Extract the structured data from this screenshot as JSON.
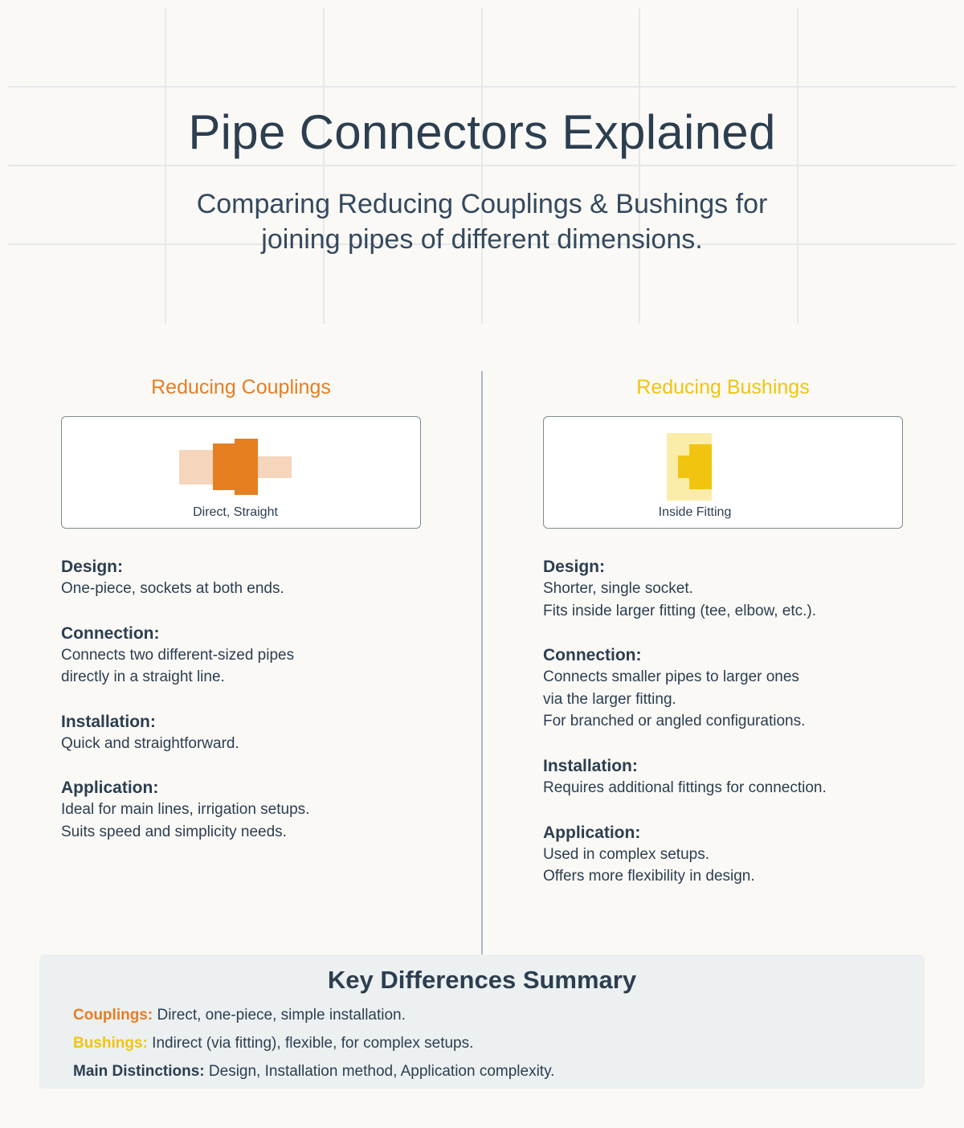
{
  "header": {
    "title": "Pipe Connectors Explained",
    "subtitle_line1": "Comparing Reducing Couplings & Bushings for",
    "subtitle_line2": "joining pipes of different dimensions."
  },
  "colors": {
    "coupling": "#e67e22",
    "coupling_light": "#f5d5bc",
    "bushing": "#f1c40f",
    "bushing_light": "#fcecaa",
    "text": "#2c3e50"
  },
  "couplings": {
    "heading": "Reducing Couplings",
    "caption": "Direct, Straight",
    "design_title": "Design:",
    "design_1": "One-piece, sockets at both ends.",
    "connection_title": "Connection:",
    "connection_1": "Connects two different-sized pipes",
    "connection_2": "directly in a straight line.",
    "installation_title": "Installation:",
    "installation_1": "Quick and straightforward.",
    "application_title": "Application:",
    "application_1": "Ideal for main lines, irrigation setups.",
    "application_2": "Suits speed and simplicity needs."
  },
  "bushings": {
    "heading": "Reducing Bushings",
    "caption": "Inside Fitting",
    "design_title": "Design:",
    "design_1": "Shorter, single socket.",
    "design_2": "Fits inside larger fitting (tee, elbow, etc.).",
    "connection_title": "Connection:",
    "connection_1": "Connects smaller pipes to larger ones",
    "connection_2": "via the larger fitting.",
    "connection_3": "For branched or angled configurations.",
    "installation_title": "Installation:",
    "installation_1": "Requires additional fittings for connection.",
    "application_title": "Application:",
    "application_1": "Used in complex setups.",
    "application_2": "Offers more flexibility in design."
  },
  "summary": {
    "title": "Key Differences Summary",
    "couplings_label": "Couplings:",
    "couplings_text": " Direct, one-piece, simple installation.",
    "bushings_label": "Bushings:",
    "bushings_text": " Indirect (via fitting), flexible, for complex setups.",
    "main_label": "Main Distinctions:",
    "main_text": " Design, Installation method, Application complexity."
  }
}
